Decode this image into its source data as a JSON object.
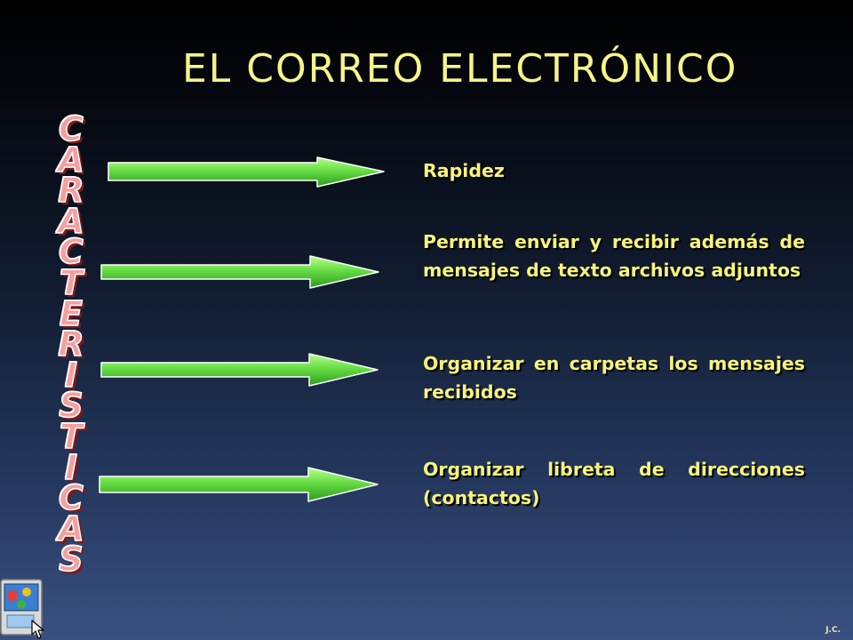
{
  "slide": {
    "title": "El correo electrónico",
    "vertical_word": [
      "C",
      "A",
      "R",
      "A",
      "C",
      "T",
      "E",
      "R",
      "I",
      "S",
      "T",
      "I",
      "C",
      "A",
      "S"
    ],
    "features": [
      "Rapidez",
      "Permite enviar y recibir además de mensajes de texto archivos adjuntos",
      "Organizar en carpetas los mensajes recibidos",
      "Organizar libreta de direcciones (contactos)"
    ],
    "signature": "J.C."
  },
  "colors": {
    "title": "#f5f58a",
    "feature_text": "#f8f47a",
    "arrow_green": "#66dd44",
    "vertical_word_fill": "#f4a0a0",
    "background_top": "#000000",
    "background_bottom": "#3a5180"
  },
  "icons": {
    "arrow": "right-arrow-icon",
    "logo": "computer-mouse-icon"
  }
}
